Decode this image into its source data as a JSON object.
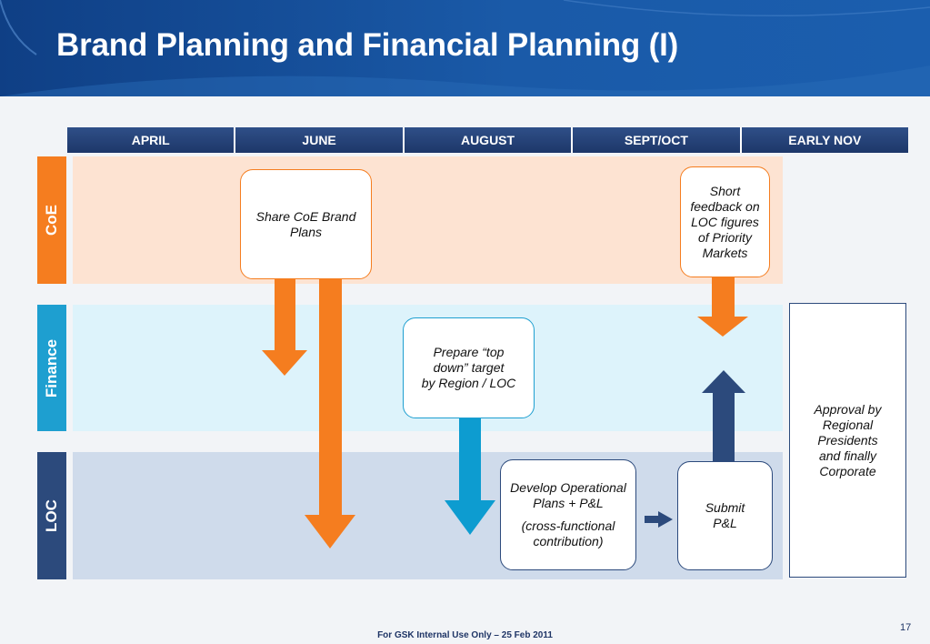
{
  "header": {
    "title": "Brand Planning and Financial Planning (I)"
  },
  "timeline": {
    "months": [
      "APRIL",
      "JUNE",
      "AUGUST",
      "SEPT/OCT",
      "EARLY NOV"
    ]
  },
  "lanes": {
    "coe": "CoE",
    "finance": "Finance",
    "loc": "LOC"
  },
  "boxes": {
    "share_coe": [
      "Share CoE Brand",
      "Plans"
    ],
    "short_feedback": [
      "Short",
      "feedback on",
      "LOC figures",
      "of Priority",
      "Markets"
    ],
    "prepare_target": [
      "Prepare “top",
      "down” target",
      "by Region / LOC"
    ],
    "develop_plans": [
      "Develop Operational",
      "Plans + P&L"
    ],
    "cross_functional": [
      "(cross-functional",
      "contribution)"
    ],
    "submit": [
      "Submit",
      "P&L"
    ],
    "approval": [
      "Approval by",
      "Regional",
      "Presidents",
      "and finally",
      "Corporate"
    ]
  },
  "colors": {
    "coe": "#f57d1f",
    "finance": "#1e9fd0",
    "loc": "#2c4a7c",
    "header": "#1b4f96"
  },
  "footer": {
    "text": "For GSK Internal Use Only – 25 Feb 2011",
    "page_number": "17"
  }
}
